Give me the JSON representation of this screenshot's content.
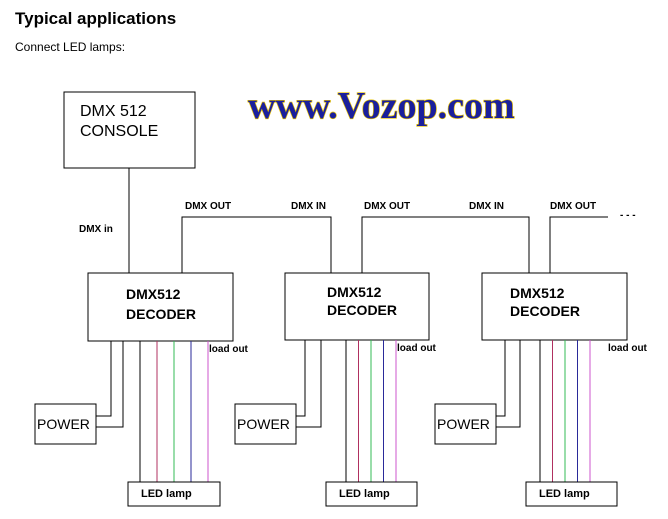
{
  "heading": "Typical applications",
  "subheading": "Connect LED lamps:",
  "watermark": "www.Vozop.com",
  "console": {
    "line1": "DMX 512",
    "line2": "CONSOLE"
  },
  "labels": {
    "dmx_in_vertical": "DMX in",
    "dmx_out": "DMX OUT",
    "dmx_in": "DMX IN",
    "load_out": "load out",
    "continuation": "- - -"
  },
  "decoder": {
    "line1": "DMX512",
    "line2": "DECODER"
  },
  "power": "POWER",
  "led_lamp": "LED lamp",
  "wire_colors": [
    "#000000",
    "#b03060",
    "#33bb55",
    "#2a2a99",
    "#cc55cc"
  ]
}
